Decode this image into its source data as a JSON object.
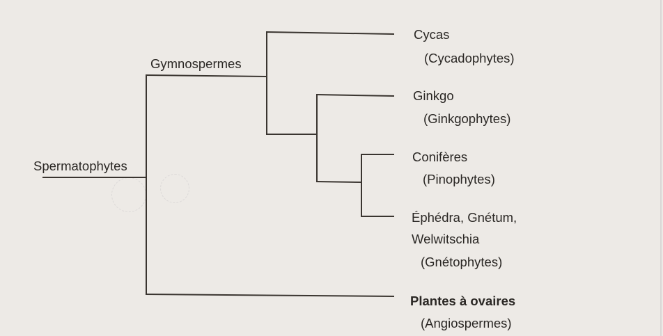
{
  "diagram": {
    "type": "cladogram",
    "colors": {
      "background": "#edeae6",
      "line": "#3a3530",
      "text": "#2a2724"
    },
    "nodes": {
      "root": {
        "label": "Spermatophytes"
      },
      "gymno": {
        "label": "Gymnospermes"
      }
    },
    "leaves": [
      {
        "name": "Cycas",
        "group": "(Cycadophytes)"
      },
      {
        "name": "Ginkgo",
        "group": "(Ginkgophytes)"
      },
      {
        "name": "Conifères",
        "group": "(Pinophytes)"
      },
      {
        "name_line1": "Éphédra, Gnétum,",
        "name_line2": "Welwitschia",
        "group": "(Gnétophytes)"
      },
      {
        "name": "Plantes à ovaires",
        "group": "(Angiospermes)",
        "bold": true
      }
    ]
  }
}
